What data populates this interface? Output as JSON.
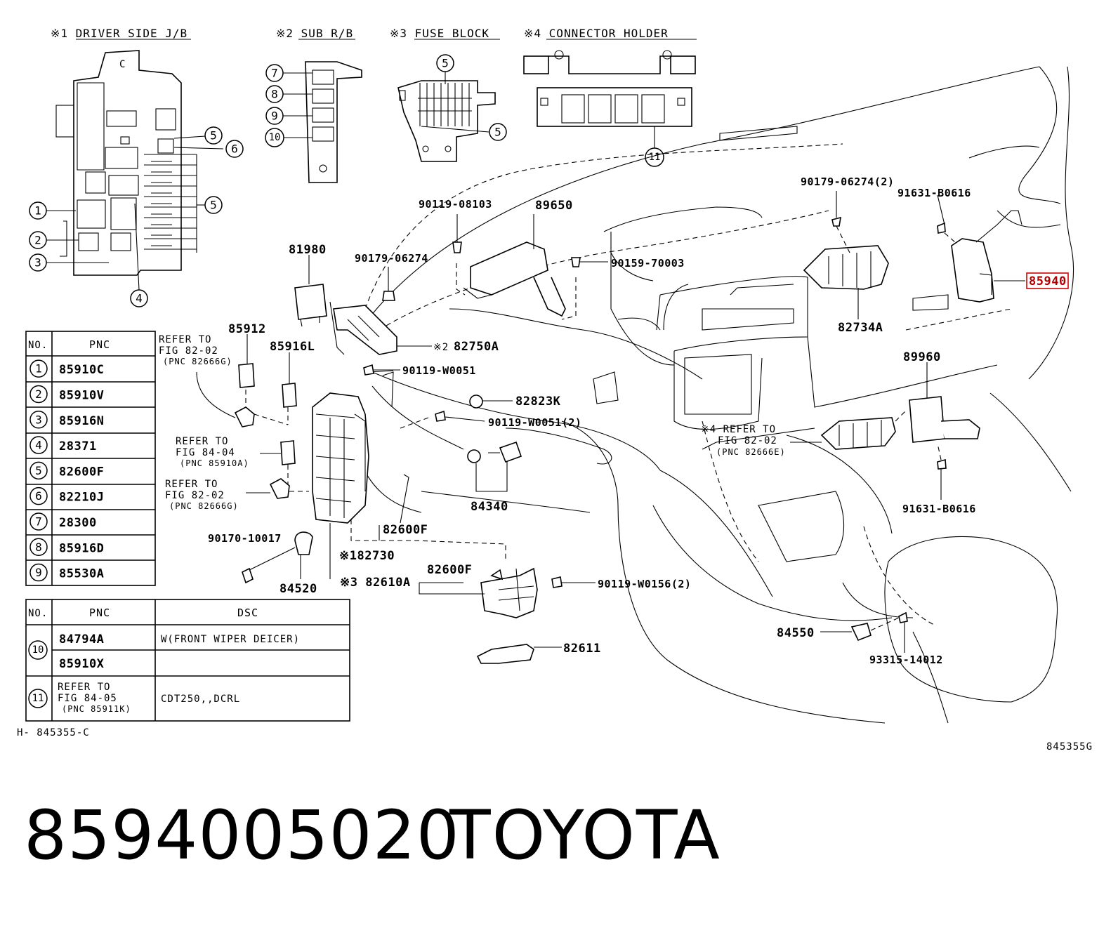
{
  "sections": {
    "s1": "※1 DRIVER SIDE J/B",
    "s2": "※2 SUB R/B",
    "s3": "※3 FUSE BLOCK",
    "s4": "※4 CONNECTOR HOLDER"
  },
  "callout_numbers": [
    "1",
    "2",
    "3",
    "4",
    "5",
    "6",
    "7",
    "8",
    "9",
    "10",
    "11"
  ],
  "part_labels": {
    "p89650": "89650",
    "p90119_08103": "90119-08103",
    "p90179_06274": "90179-06274",
    "p90159_70003": "90159-70003",
    "p90179_06274_2": "90179-06274(2)",
    "p91631_b0616_a": "91631-B0616",
    "p85940": "85940",
    "p82734a": "82734A",
    "p81980": "81980",
    "p85912": "85912",
    "p85916l": "85916L",
    "p82750a": "82750A",
    "p82750a_mark": "※2",
    "p90119_w0051": "90119-W0051",
    "p82823k": "82823K",
    "p90119_w0051_2": "90119-W0051(2)",
    "p89960": "89960",
    "p84340": "84340",
    "p82600f_a": "82600F",
    "p182730": "※182730",
    "p90170_10017": "90170-10017",
    "p84520": "84520",
    "p82600f_b": "82600F",
    "p82610a": "※3 82610A",
    "p90119_w0156": "90119-W0156(2)",
    "p82611": "82611",
    "p84550": "84550",
    "p93315_14012": "93315-14012",
    "p91631_b0616_b": "91631-B0616"
  },
  "refer_notes": {
    "r1": [
      "REFER TO",
      "FIG 82-02",
      "(PNC 82666G)"
    ],
    "r2": [
      "REFER TO",
      "FIG 84-04",
      "(PNC 85910A)"
    ],
    "r3": [
      "REFER TO",
      "FIG 82-02",
      "(PNC 82666G)"
    ],
    "r4": [
      "※4 REFER TO",
      "FIG 82-02",
      "(PNC 82666E)"
    ]
  },
  "table1": {
    "headers": [
      "NO.",
      "PNC"
    ],
    "rows": [
      {
        "no": "1",
        "pnc": "85910C"
      },
      {
        "no": "2",
        "pnc": "85910V"
      },
      {
        "no": "3",
        "pnc": "85916N"
      },
      {
        "no": "4",
        "pnc": "28371"
      },
      {
        "no": "5",
        "pnc": "82600F"
      },
      {
        "no": "6",
        "pnc": "82210J"
      },
      {
        "no": "7",
        "pnc": "28300"
      },
      {
        "no": "8",
        "pnc": "85916D"
      },
      {
        "no": "9",
        "pnc": "85530A"
      }
    ]
  },
  "table2": {
    "headers": [
      "NO.",
      "PNC",
      "DSC"
    ],
    "rows": [
      {
        "no": "10",
        "pnc": "84794A",
        "dsc": "W(FRONT WIPER DEICER)"
      },
      {
        "no": "",
        "pnc": "85910X",
        "dsc": ""
      },
      {
        "no": "11",
        "pnc_lines": [
          "REFER TO",
          "FIG 84-05",
          "(PNC 85911K)"
        ],
        "dsc": "CDT250,,DCRL"
      }
    ]
  },
  "figure_codes": {
    "left": "H- 845355-C",
    "right": "845355G"
  },
  "footer": {
    "part_number": "8594005020",
    "brand": "TOYOTA"
  }
}
